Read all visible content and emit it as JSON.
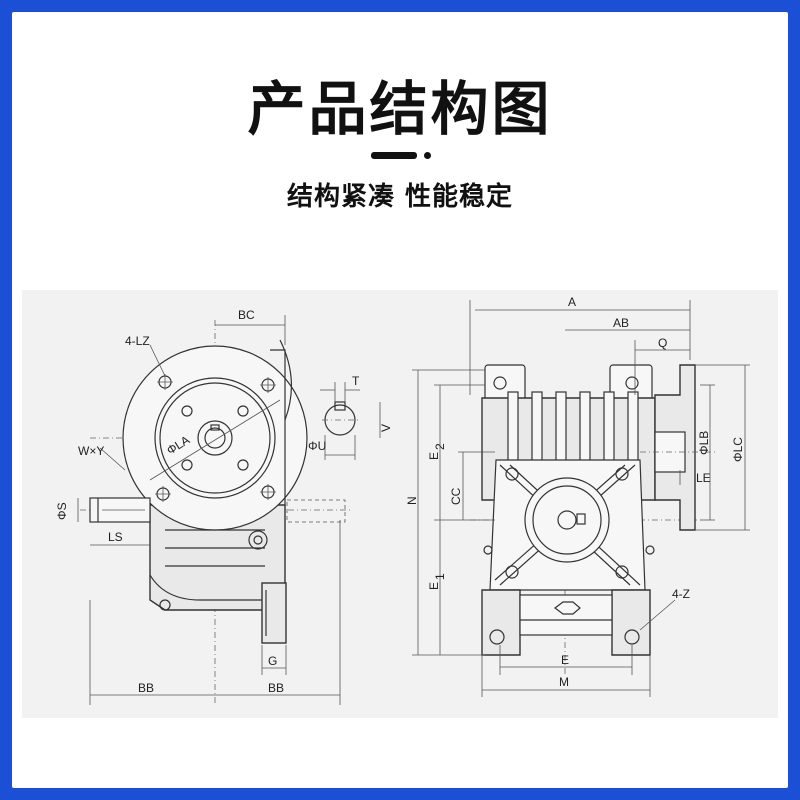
{
  "header": {
    "title": "产品结构图",
    "subtitle": "结构紧凑 性能稳定"
  },
  "left_view": {
    "labels": {
      "bc": "BC",
      "lz": "4-LZ",
      "wxy": "W×Y",
      "la": "ΦLA",
      "s": "ΦS",
      "ls": "LS",
      "t": "T",
      "v": "V",
      "u": "ΦU",
      "g": "G",
      "bb_left": "BB",
      "bb_right": "BB"
    }
  },
  "right_view": {
    "labels": {
      "a": "A",
      "ab": "AB",
      "q": "Q",
      "n": "N",
      "e2": "E",
      "e2_sub": "2",
      "cc": "CC",
      "e1": "E",
      "e1_sub": "1",
      "lb": "ΦLB",
      "lc": "ΦLC",
      "le": "LE",
      "z": "4-Z",
      "e": "E",
      "m": "M"
    }
  },
  "colors": {
    "border": "#1a4fd6",
    "background": "#ffffff",
    "drawing_background": "#f2f2f2",
    "text": "#111111"
  }
}
